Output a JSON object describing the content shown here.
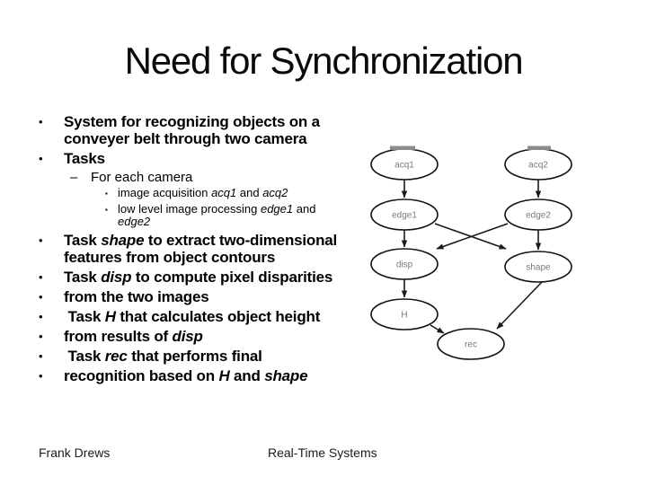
{
  "slide": {
    "title": "Need for Synchronization",
    "footer_left": "Frank Drews",
    "footer_center": "Real-Time Systems"
  },
  "bullets": [
    {
      "level": 1,
      "bold": true,
      "marker": "•",
      "segments": [
        {
          "t": "System for recognizing objects on a\nconveyer belt through two camera",
          "i": false
        }
      ]
    },
    {
      "level": 1,
      "bold": true,
      "marker": "•",
      "segments": [
        {
          "t": "Tasks",
          "i": false
        }
      ]
    },
    {
      "level": 2,
      "bold": false,
      "marker": "–",
      "segments": [
        {
          "t": "For each camera",
          "i": false
        }
      ]
    },
    {
      "level": 3,
      "bold": false,
      "marker": "▪",
      "segments": [
        {
          "t": "image acquisition ",
          "i": false
        },
        {
          "t": "acq1",
          "i": true
        },
        {
          "t": " and ",
          "i": false
        },
        {
          "t": "acq2",
          "i": true
        }
      ]
    },
    {
      "level": 3,
      "bold": false,
      "marker": "▪",
      "segments": [
        {
          "t": "low level image processing ",
          "i": false
        },
        {
          "t": "edge1",
          "i": true
        },
        {
          "t": " and\n",
          "i": false
        },
        {
          "t": "edge2",
          "i": true
        }
      ]
    },
    {
      "level": 1,
      "bold": true,
      "marker": "•",
      "segments": [
        {
          "t": "Task ",
          "i": false
        },
        {
          "t": "shape",
          "i": true
        },
        {
          "t": " to extract two-dimensional\nfeatures from object contours",
          "i": false
        }
      ]
    },
    {
      "level": 1,
      "bold": true,
      "marker": "•",
      "segments": [
        {
          "t": "Task ",
          "i": false
        },
        {
          "t": "disp",
          "i": true
        },
        {
          "t": " to compute pixel disparities",
          "i": false
        }
      ]
    },
    {
      "level": 1,
      "bold": true,
      "marker": "•",
      "segments": [
        {
          "t": "from the two images",
          "i": false
        }
      ]
    },
    {
      "level": 1,
      "bold": true,
      "marker": "•",
      "segments": [
        {
          "t": " Task ",
          "i": false
        },
        {
          "t": "H",
          "i": true
        },
        {
          "t": " that calculates object height",
          "i": false
        }
      ]
    },
    {
      "level": 1,
      "bold": true,
      "marker": "•",
      "segments": [
        {
          "t": "from results of ",
          "i": false
        },
        {
          "t": "disp",
          "i": true
        }
      ]
    },
    {
      "level": 1,
      "bold": true,
      "marker": "•",
      "segments": [
        {
          "t": " Task ",
          "i": false
        },
        {
          "t": "rec",
          "i": true
        },
        {
          "t": " that performs final",
          "i": false
        }
      ]
    },
    {
      "level": 1,
      "bold": true,
      "marker": "•",
      "segments": [
        {
          "t": "recognition based on ",
          "i": false
        },
        {
          "t": "H",
          "i": true
        },
        {
          "t": " and ",
          "i": false
        },
        {
          "t": "shape",
          "i": true
        }
      ]
    }
  ],
  "diagram": {
    "nodes": [
      {
        "id": "acq1",
        "label": "acq1"
      },
      {
        "id": "acq2",
        "label": "acq2"
      },
      {
        "id": "edge1",
        "label": "edge1"
      },
      {
        "id": "edge2",
        "label": "edge2"
      },
      {
        "id": "disp",
        "label": "disp"
      },
      {
        "id": "shape",
        "label": "shape"
      },
      {
        "id": "H",
        "label": "H"
      },
      {
        "id": "rec",
        "label": "rec"
      }
    ],
    "edges": [
      "acq1->edge1",
      "acq2->edge2",
      "edge1->disp",
      "edge1->shape",
      "edge2->disp",
      "edge2->shape",
      "disp->H",
      "H->rec",
      "shape->rec"
    ],
    "stroke_color": "#1a1a1a",
    "label_color": "#7a7a7a",
    "cap_color": "#8c8c8c"
  }
}
